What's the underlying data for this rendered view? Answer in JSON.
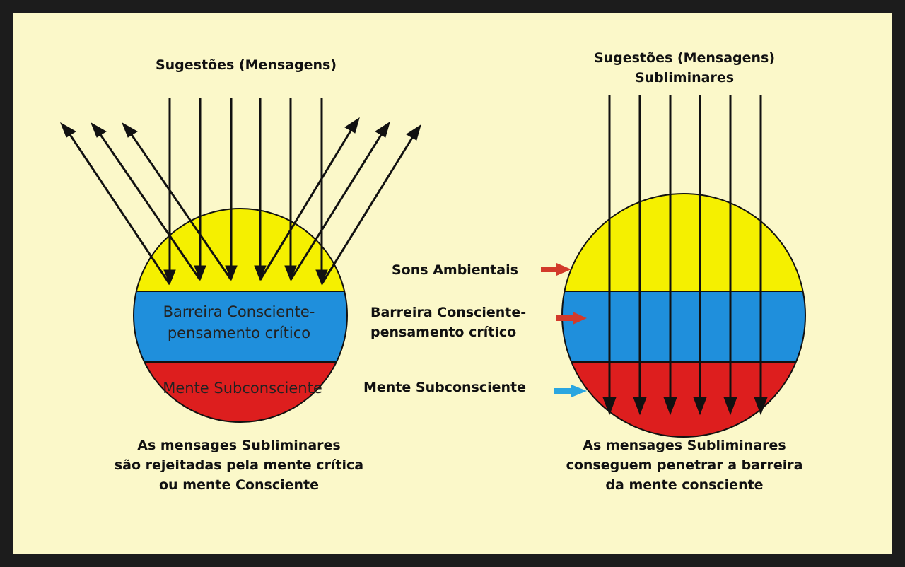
{
  "left": {
    "title": "Sugestões (Mensagens)",
    "layers": {
      "barrier": [
        "Barreira Consciente-",
        "pensamento crítico"
      ],
      "subconscious": "Mente Subconsciente"
    },
    "caption": [
      "As mensages Subliminares",
      "são rejeitadas pela mente crítica",
      "ou mente Consciente"
    ]
  },
  "right": {
    "title": [
      "Sugestões (Mensagens)",
      "Subliminares"
    ],
    "labels": {
      "ambient": "Sons Ambientais",
      "barrier": [
        "Barreira Consciente-",
        "pensamento crítico"
      ],
      "subconscious": "Mente Subconsciente"
    },
    "caption": [
      "As mensages Subliminares",
      "conseguem penetrar a barreira",
      "da mente consciente"
    ]
  },
  "colors": {
    "conscious": "#f5f000",
    "barrier": "#1f8fdc",
    "subconscious": "#dd1e1e",
    "pointer_red": "#d23a2a",
    "pointer_blue": "#2aa6e0",
    "background": "#fbf8c9"
  }
}
